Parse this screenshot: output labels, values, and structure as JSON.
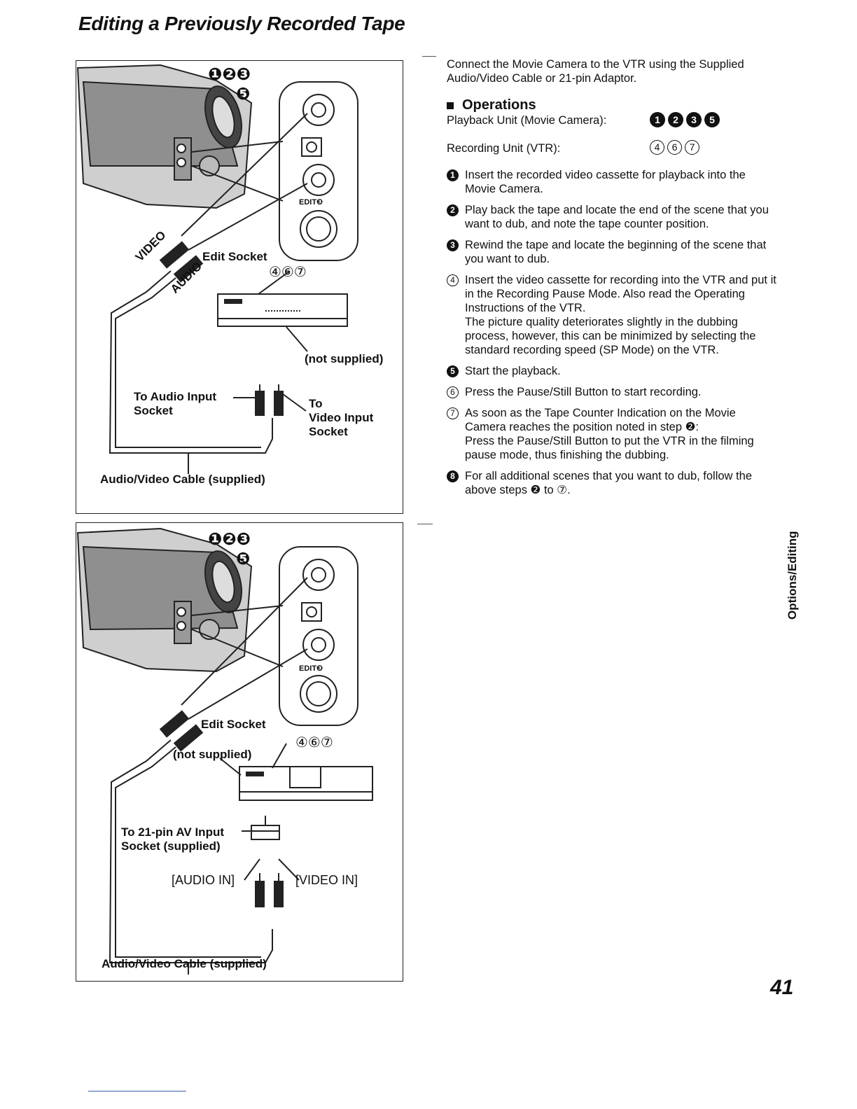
{
  "page": {
    "title": "Editing a Previously Recorded Tape",
    "side_tab": "Options/Editing",
    "page_number": "41"
  },
  "figure1": {
    "callout_top": "❶❷❸",
    "callout_top2": "❺",
    "edit_socket": "Edit Socket",
    "vtr_steps": "④⑥⑦",
    "video": "VIDEO",
    "audio": "AUDIO",
    "not_supplied": "(not supplied)",
    "audio_input": "To Audio Input\nSocket",
    "video_input": "To\nVideo Input\nSocket",
    "cable": "Audio/Video Cable (supplied)",
    "edit_mark": "EDIT❸"
  },
  "figure2": {
    "callout_top": "❶❷❸",
    "callout_top2": "❺",
    "edit_socket": "Edit Socket",
    "vtr_steps": "④⑥⑦",
    "not_supplied": "(not supplied)",
    "pin_input": "To 21-pin AV Input\nSocket (supplied)",
    "audio_in": "[AUDIO IN]",
    "video_in": "[VIDEO IN]",
    "cable": "Audio/Video Cable (supplied)",
    "edit_mark": "EDIT❸"
  },
  "text": {
    "intro": "Connect the Movie Camera to the VTR using the Supplied Audio/Video Cable or 21-pin Adaptor.",
    "operations_heading": "Operations",
    "playback_label": "Playback Unit (Movie Camera):",
    "playback_steps": [
      "1",
      "2",
      "3",
      "5"
    ],
    "recording_label": "Recording Unit (VTR):",
    "recording_steps": [
      "4",
      "6",
      "7"
    ]
  },
  "steps": [
    {
      "num": "1",
      "filled": true,
      "text": "Insert the recorded video cassette for playback into the Movie Camera."
    },
    {
      "num": "2",
      "filled": true,
      "text": "Play back the tape and locate the end of the scene that you want to dub, and note the tape counter position."
    },
    {
      "num": "3",
      "filled": true,
      "text": "Rewind the tape and locate the beginning of the scene that you want to dub."
    },
    {
      "num": "4",
      "filled": false,
      "text": "Insert the video cassette for recording into the VTR and put it in the Recording Pause Mode. Also read the Operating Instructions of the VTR.\nThe picture quality deteriorates slightly in the dubbing process, however, this can be minimized by selecting the standard recording speed (SP Mode) on the VTR."
    },
    {
      "num": "5",
      "filled": true,
      "text": "Start the playback."
    },
    {
      "num": "6",
      "filled": false,
      "text": "Press the Pause/Still Button to start recording."
    },
    {
      "num": "7",
      "filled": false,
      "text": "As soon as the Tape Counter Indication on the Movie Camera reaches the position noted in step ❷:\nPress the Pause/Still Button to put the VTR in the filming pause mode, thus finishing the dubbing."
    },
    {
      "num": "8",
      "filled": true,
      "text": "For all additional scenes that you want to dub, follow the above steps ❷ to ⑦."
    }
  ]
}
